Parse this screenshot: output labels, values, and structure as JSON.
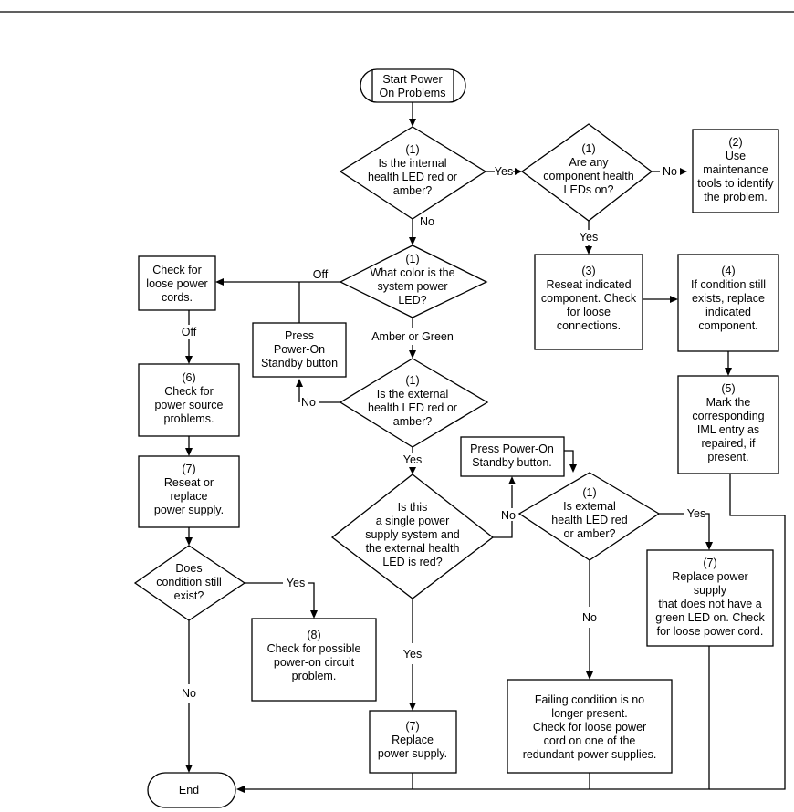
{
  "nodes": {
    "start": [
      "Start Power",
      "On Problems"
    ],
    "q_internal": [
      "(1)",
      "Is the internal",
      "health LED red or",
      "amber?"
    ],
    "q_component": [
      "(1)",
      "Are any",
      "component health",
      "LEDs on?"
    ],
    "use_tools": [
      "(2)",
      "Use",
      "maintenance",
      "tools to identify",
      "the problem."
    ],
    "q_power_led": [
      "(1)",
      "What color is the",
      "system power",
      "LED?"
    ],
    "check_cords": [
      "Check for",
      "loose power",
      "cords."
    ],
    "reseat_component": [
      "(3)",
      "Reseat indicated",
      "component. Check",
      "for loose",
      "connections."
    ],
    "replace_component": [
      "(4)",
      "If condition still",
      "exists, replace",
      "indicated",
      "component."
    ],
    "press_standby_1": [
      "Press",
      "Power-On",
      "Standby button"
    ],
    "check_power_source": [
      "(6)",
      "Check for",
      "power source",
      "problems."
    ],
    "q_external": [
      "(1)",
      "Is the external",
      "health LED red or",
      "amber?"
    ],
    "mark_iml": [
      "(5)",
      "Mark the",
      "corresponding",
      "IML entry as",
      "repaired, if",
      "present."
    ],
    "reseat_supply": [
      "(7)",
      "Reseat or",
      "replace",
      "power supply."
    ],
    "press_standby_2": [
      "Press Power-On",
      "Standby button."
    ],
    "q_single_supply": [
      "Is this",
      "a single power",
      "supply system and",
      "the external health",
      "LED is red?"
    ],
    "q_external_2": [
      "(1)",
      "Is external",
      "health LED red",
      "or amber?"
    ],
    "replace_no_green": [
      "(7)",
      "Replace power",
      "supply",
      "that does not have a",
      "green LED on. Check",
      "for loose power cord."
    ],
    "q_condition": [
      "Does",
      "condition still",
      "exist?"
    ],
    "check_circuit": [
      "(8)",
      "Check for possible",
      "power-on circuit",
      "problem."
    ],
    "failing_condition": [
      "Failing condition is no",
      "longer present.",
      "Check for loose power",
      "cord on one of the",
      "redundant power supplies."
    ],
    "replace_supply": [
      "(7)",
      "Replace",
      "power supply."
    ],
    "end": [
      "End"
    ]
  },
  "edge_labels": {
    "yes_internal": "Yes",
    "no_component": "No",
    "no_internal": "No",
    "yes_component": "Yes",
    "off_top": "Off",
    "off_side": "Off",
    "amber_green": "Amber or Green",
    "no_external": "No",
    "yes_external": "Yes",
    "no_single": "No",
    "yes_external_2": "Yes",
    "yes_condition": "Yes",
    "no_external_2": "No",
    "yes_single": "Yes",
    "no_condition": "No"
  }
}
